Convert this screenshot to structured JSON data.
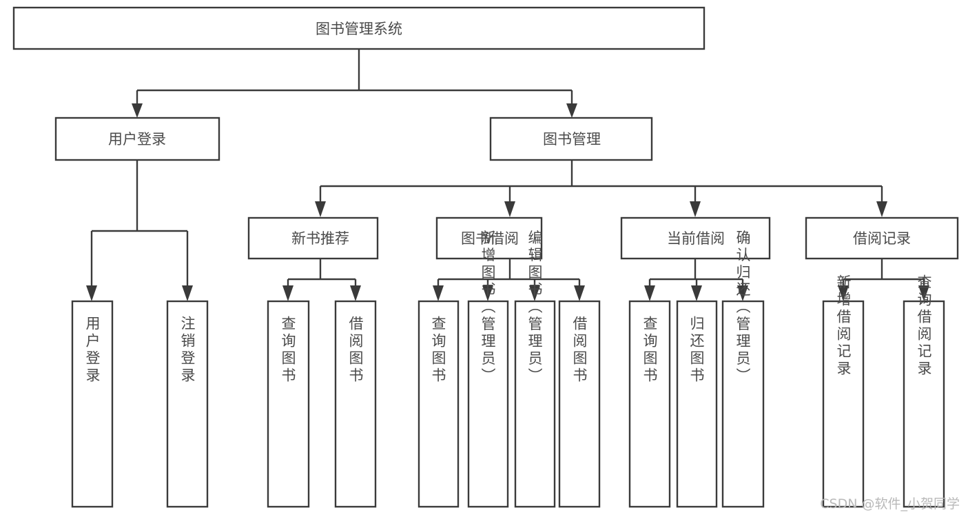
{
  "diagram": {
    "title": "图书管理系统",
    "type": "tree-hierarchy-chart",
    "watermark": "CSDN @软件_小贺同学",
    "colors": {
      "stroke": "#3a3a3a",
      "box_fill": "#ffffff",
      "label": "#4a4a4a",
      "background": "#ffffff",
      "watermark": "#b9b9b9"
    },
    "root": {
      "label": "图书管理系统",
      "orientation": "horizontal"
    },
    "level2": [
      {
        "label": "用户登录",
        "orientation": "horizontal"
      },
      {
        "label": "图书管理",
        "orientation": "horizontal"
      }
    ],
    "level3": [
      {
        "label": "新书推荐",
        "orientation": "horizontal",
        "parent": "图书管理"
      },
      {
        "label": "图书借阅",
        "orientation": "horizontal",
        "parent": "图书管理"
      },
      {
        "label": "当前借阅",
        "orientation": "horizontal",
        "parent": "图书管理"
      },
      {
        "label": "借阅记录",
        "orientation": "horizontal",
        "parent": "图书管理"
      }
    ],
    "leaves": {
      "user_login": [
        {
          "label": "用户登录",
          "orientation": "vertical"
        },
        {
          "label": "注销登录",
          "orientation": "vertical"
        }
      ],
      "new_book_recommend": [
        {
          "label": "查询图书",
          "orientation": "vertical"
        },
        {
          "label": "借阅图书",
          "orientation": "vertical"
        }
      ],
      "book_borrow": [
        {
          "label": "查询图书",
          "orientation": "vertical"
        },
        {
          "label": "新增图书（管理员）",
          "orientation": "vertical"
        },
        {
          "label": "编辑图书（管理员）",
          "orientation": "vertical"
        },
        {
          "label": "借阅图书",
          "orientation": "vertical"
        }
      ],
      "current_borrow": [
        {
          "label": "查询图书",
          "orientation": "vertical"
        },
        {
          "label": "归还图书",
          "orientation": "vertical"
        },
        {
          "label": "确认归还（管理员）",
          "orientation": "vertical"
        }
      ],
      "borrow_record": [
        {
          "label": "新增借阅记录",
          "orientation": "vertical"
        },
        {
          "label": "查询借阅记录",
          "orientation": "vertical"
        }
      ]
    }
  }
}
